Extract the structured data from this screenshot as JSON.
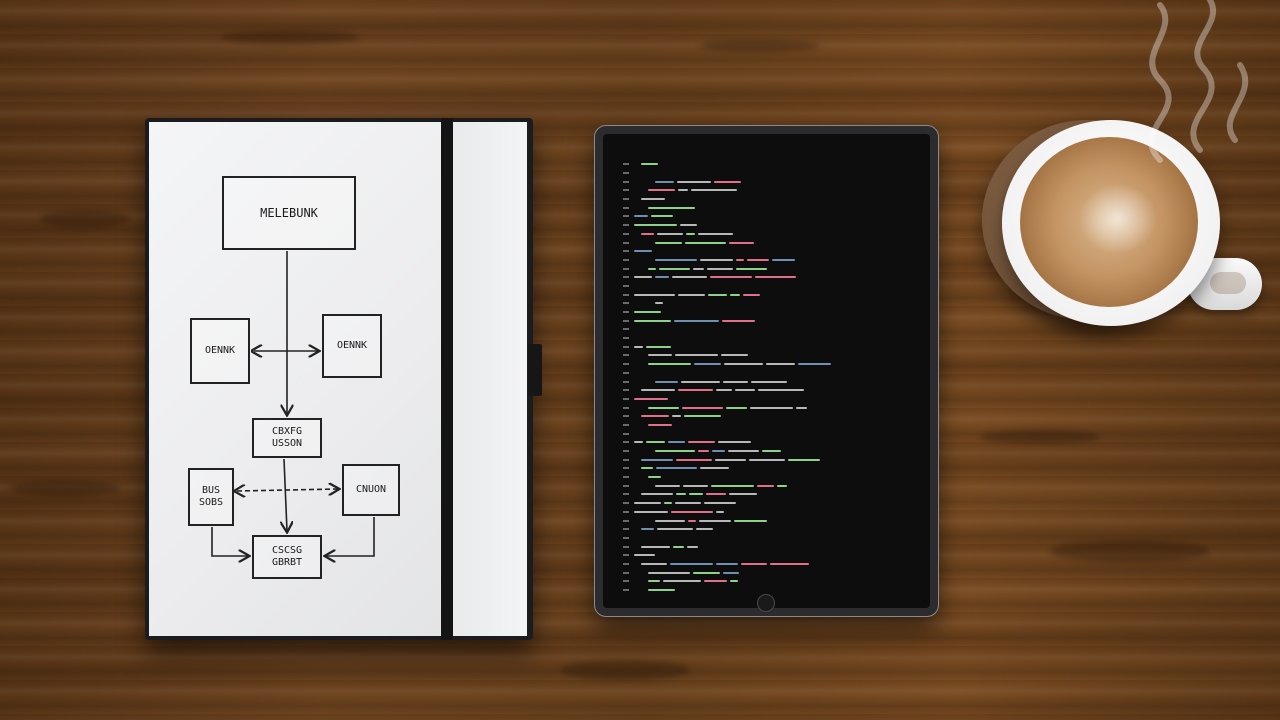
{
  "scene": {
    "description_objects": [
      "notebook",
      "tablet",
      "coffee-cup"
    ]
  },
  "notebook": {
    "diagram": {
      "top_box": "MELEBUNK",
      "left_box": "OENNK",
      "right_box": "OENNK",
      "middle_box_line1": "CBXFG",
      "middle_box_line2": "USSON",
      "lower_left_line1": "BUS",
      "lower_left_line2": "SOBS",
      "lower_right": "CNUON",
      "bottom_box_line1": "CSCSG",
      "bottom_box_line2": "GBRBT"
    }
  },
  "tablet": {
    "code_colors": {
      "keyword": "#e0708a",
      "string": "#8fd18a",
      "text": "#b8b8b8",
      "comment": "#6f8fb0"
    }
  },
  "colors": {
    "wood": "#6a421d",
    "notebook_cover": "#1c1c1e",
    "paper": "#f2f3f4",
    "tablet_frame": "#2c2c2e",
    "screen": "#0d0d0e",
    "coffee": "#c49362",
    "cup": "#ffffff"
  }
}
